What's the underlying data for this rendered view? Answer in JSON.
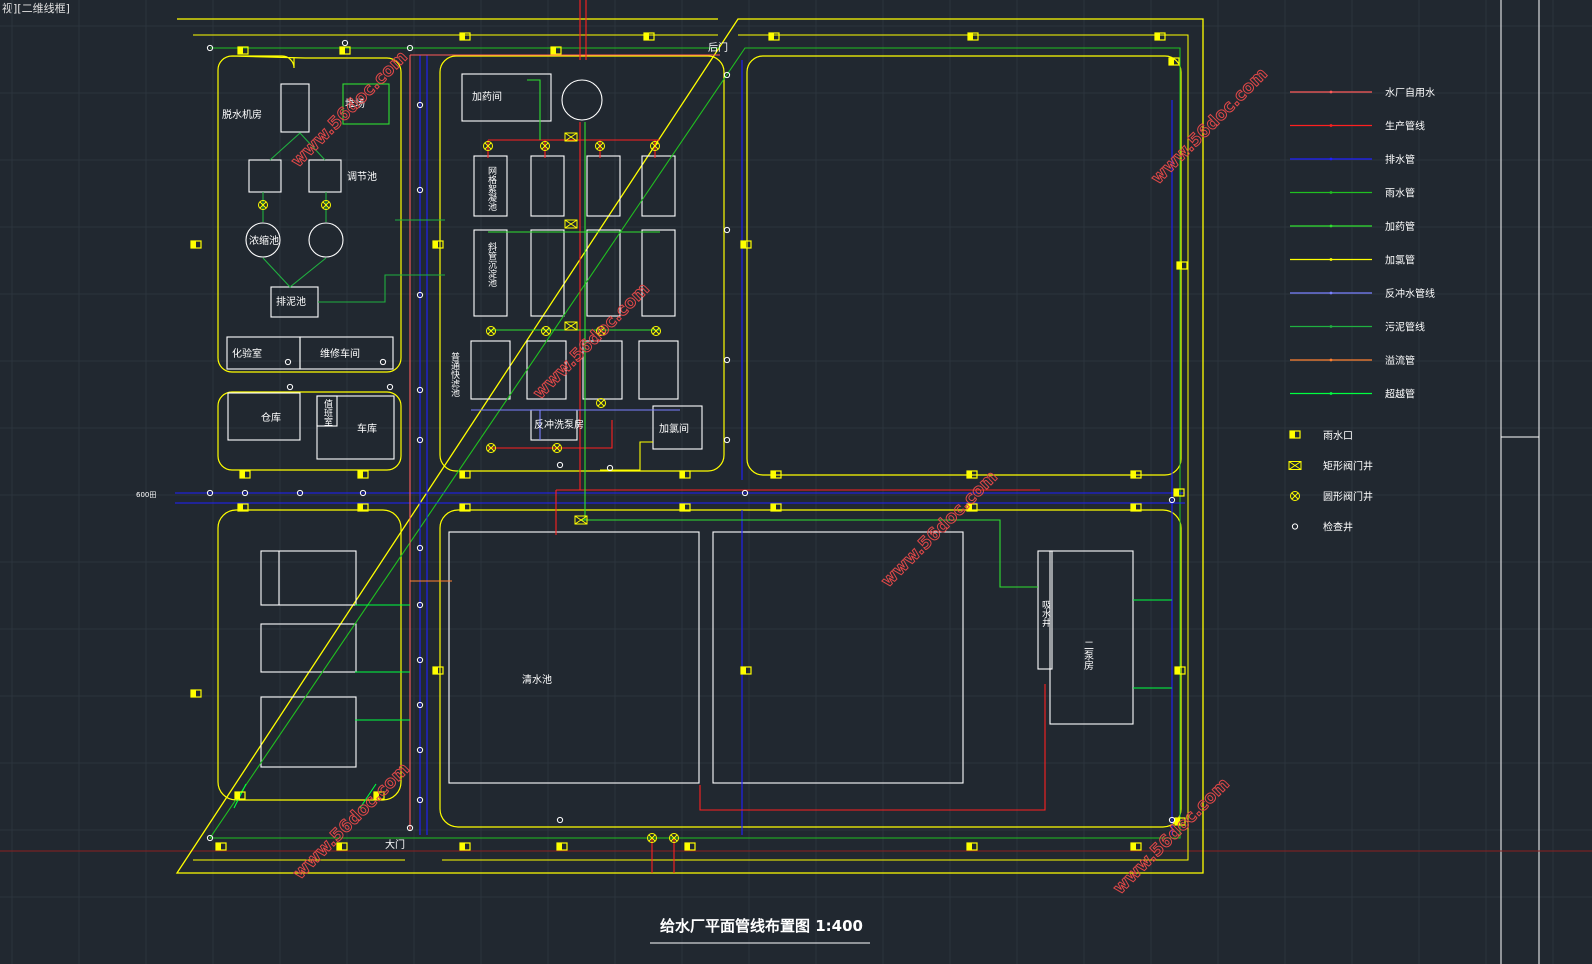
{
  "viewport_label": "视][二维线框]",
  "title": "给水厂平面管线布置图 1:400",
  "left_edge_label": "600田",
  "watermark": "www.56doc.com",
  "colors": {
    "background": "#212830",
    "grid": "#2c343d",
    "outline": "#ffff00",
    "building": "#ffffff",
    "plant_water": "#ff5a5a",
    "production": "#ff2020",
    "drainage": "#2020ff",
    "rainwater": "#20c020",
    "dosing": "#30e030",
    "chlorine": "#ffff00",
    "backwash": "#7a80ff",
    "sludge": "#20b040",
    "overflow": "#ff8030",
    "supernatant": "#00ff40",
    "watermark": "#e04848"
  },
  "legend": {
    "lines": [
      {
        "label": "水厂自用水",
        "color": "#ff5a5a"
      },
      {
        "label": "生产管线",
        "color": "#ff2020"
      },
      {
        "label": "排水管",
        "color": "#2020ff"
      },
      {
        "label": "雨水管",
        "color": "#20c020"
      },
      {
        "label": "加药管",
        "color": "#30e030"
      },
      {
        "label": "加氯管",
        "color": "#ffff00"
      },
      {
        "label": "反冲水管线",
        "color": "#7a80ff"
      },
      {
        "label": "污泥管线",
        "color": "#20b040"
      },
      {
        "label": "溢流管",
        "color": "#ff8030"
      },
      {
        "label": "超越管",
        "color": "#00ff40"
      }
    ],
    "symbols": [
      {
        "label": "雨水口",
        "icon": "rain-inlet-icon"
      },
      {
        "label": "矩形阀门井",
        "icon": "rect-valve-well-icon"
      },
      {
        "label": "圆形阀门井",
        "icon": "round-valve-well-icon"
      },
      {
        "label": "检查井",
        "icon": "inspection-well-icon"
      }
    ]
  },
  "buildings": {
    "dewatering_room": "脱水机房",
    "pile_yard": "堆场",
    "regulating_tank": "调节池",
    "thickener": "浓缩池",
    "sludge_discharge_tank": "排泥池",
    "laboratory": "化验室",
    "repair_workshop": "维修车间",
    "warehouse": "仓库",
    "guard_room": "值班室",
    "garage": "车库",
    "dosing_room": "加药间",
    "mixing_tank": "网格絮凝池",
    "sedimentation_tank": "斜管沉淀池",
    "filter": "普通快滤池",
    "backwash_pump_room": "反冲洗泵房",
    "chlorination_room": "加氯间",
    "clear_water_tank": "清水池",
    "suction_well": "吸水井",
    "pump_house_2": "二泵房",
    "back_gate": "后门",
    "main_gate": "大门"
  }
}
